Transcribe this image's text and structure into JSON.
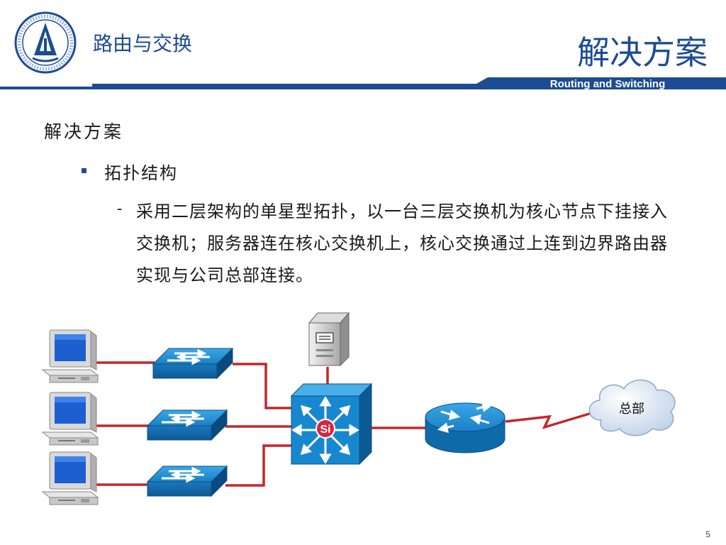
{
  "header": {
    "course_title": "路由与交换",
    "main_title": "解决方案",
    "subtitle_en": "Routing and Switching"
  },
  "content": {
    "section_title": "解决方案",
    "bullet": "拓扑结构",
    "sub_dash": "-",
    "sub_text": "采用二层架构的单星型拓扑，以一台三层交换机为核心节点下挂接入交换机；服务器连在核心交换机上，核心交换通过上连到边界路由器实现与公司总部连接。"
  },
  "diagram": {
    "core_switch_label": "Si",
    "cloud_label": "总部",
    "icons": [
      "computer-icon",
      "access-switch-icon",
      "server-icon",
      "layer3-switch-icon",
      "router-icon",
      "cloud-icon"
    ],
    "colors": {
      "link": "#c4262b",
      "device_blue": "#1d8fd6",
      "brand_blue": "#1c4c94"
    }
  },
  "footer": {
    "page_number": "5"
  }
}
